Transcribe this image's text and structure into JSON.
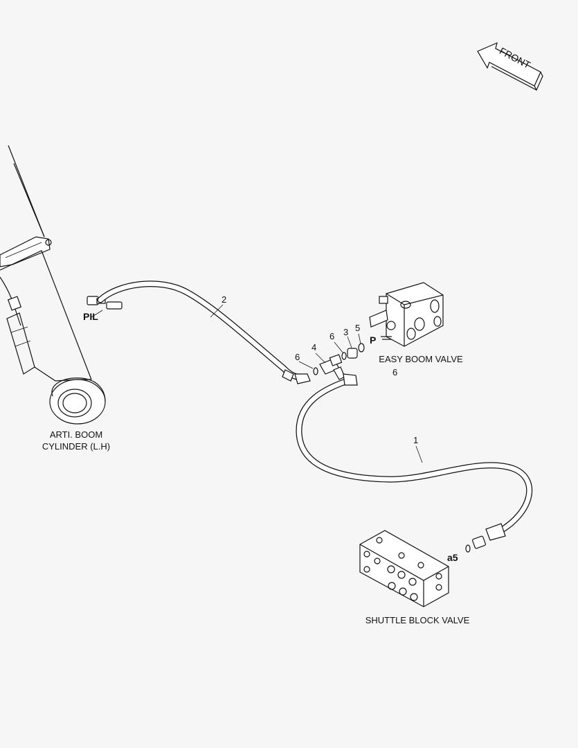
{
  "labels": {
    "front": "FRONT",
    "arti_boom_line1": "ARTI. BOOM",
    "arti_boom_line2": "CYLINDER (L.H)",
    "easy_boom_valve": "EASY BOOM VALVE",
    "shuttle_block_valve": "SHUTTLE BLOCK VALVE",
    "port_pil": "PIL",
    "port_p": "P",
    "port_a5": "a5"
  },
  "callouts": {
    "item_1": "1",
    "item_2": "2",
    "item_3": "3",
    "item_4": "4",
    "item_5": "5",
    "item_6_left": "6",
    "item_6_mid": "6",
    "item_6_valve": "6"
  }
}
